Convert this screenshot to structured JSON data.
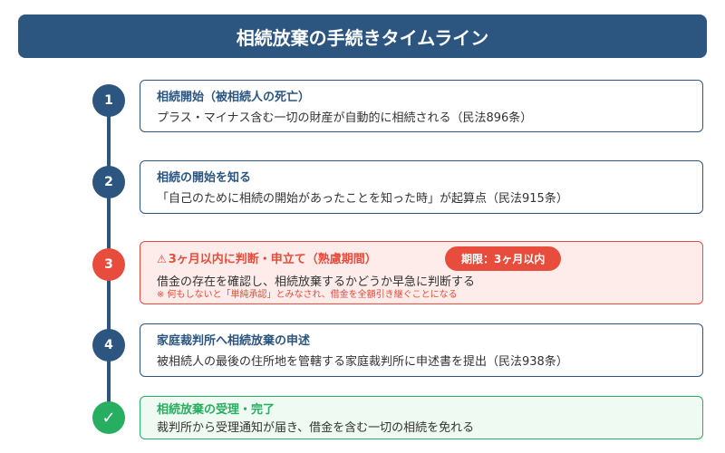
{
  "header": {
    "title": "相続放棄の手続きタイムライン"
  },
  "steps": [
    {
      "marker": "1",
      "title": "相続開始（被相続人の死亡）",
      "description": "プラス・マイナス含む一切の財産が自動的に相続される（民法896条）"
    },
    {
      "marker": "2",
      "title": "相続の開始を知る",
      "description": "「自己のために相続の開始があったことを知った時」が起算点（民法915条）"
    },
    {
      "marker": "3",
      "title": "3ヶ月以内に判断・申立て（熟慮期間）",
      "badge": "期限：3ヶ月以内",
      "description": "借金の存在を確認し、相続放棄するかどうか早急に判断する",
      "note": "※ 何もしないと「単純承認」とみなされ、借金を全額引き継ぐことになる"
    },
    {
      "marker": "4",
      "title": "家庭裁判所へ相続放棄の申述",
      "description": "被相続人の最後の住所地を管轄する家庭裁判所に申述書を提出（民法938条）"
    },
    {
      "marker": "✓",
      "title": "相続放棄の受理・完了",
      "description": "裁判所から受理通知が届き、借金を含む一切の相続を免れる"
    }
  ],
  "colors": {
    "primary": "#2c5680",
    "warning": "#e74c3c",
    "success": "#27ae60"
  },
  "icons": {
    "warning": "warning-triangle-icon",
    "complete": "checkmark-icon"
  }
}
